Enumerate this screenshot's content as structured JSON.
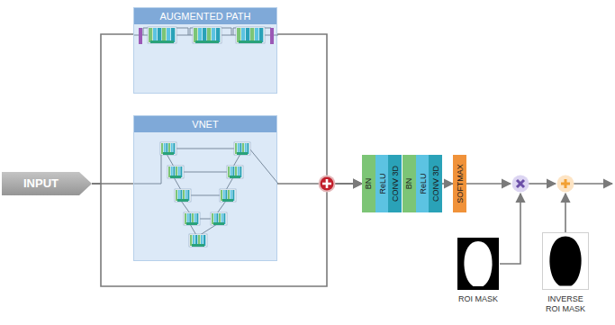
{
  "diagram": {
    "nodes": [
      {
        "text": [
          "INPUT"
        ]
      },
      {
        "text": [
          "AUGMENTED PATH"
        ]
      },
      {
        "text": [
          "VNET"
        ]
      },
      {
        "text": [
          "BN"
        ]
      },
      {
        "text": [
          "ReLU"
        ]
      },
      {
        "text": [
          "CONV 3D"
        ]
      },
      {
        "text": [
          "BN"
        ]
      },
      {
        "text": [
          "ReLU"
        ]
      },
      {
        "text": [
          "CONV 3D"
        ]
      },
      {
        "text": [
          "SOFTMAX"
        ]
      },
      {
        "text": [
          "ROI MASK"
        ]
      },
      {
        "text": [
          "INVERSE ROI MASK"
        ]
      }
    ],
    "edges": [
      {
        "from": 0,
        "to": 1,
        "arrow": "none"
      },
      {
        "from": 0,
        "to": 2,
        "arrow": "none"
      },
      {
        "from": 0,
        "to": 3,
        "arrow": "to"
      },
      {
        "from": 1,
        "to": 3,
        "arrow": "to"
      },
      {
        "from": 2,
        "to": 3,
        "arrow": "to"
      },
      {
        "from": 8,
        "to": 9,
        "arrow": "to"
      }
    ]
  }
}
